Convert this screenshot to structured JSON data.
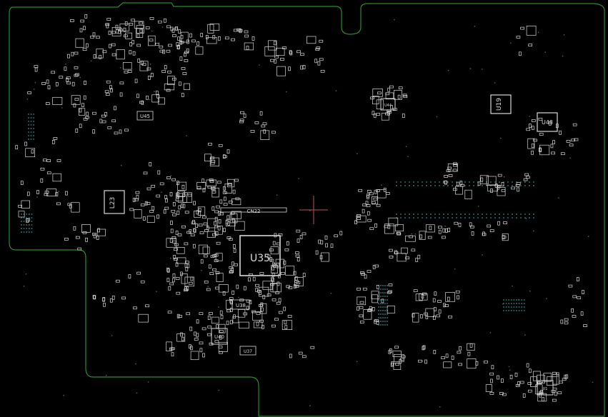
{
  "viewer": {
    "background": "#000000"
  },
  "colors": {
    "outline": "#2f8a2a",
    "silk": "#d8d8d8",
    "dots": "#2a6a6a",
    "cursor": "#b05a5a"
  },
  "components": {
    "u35": "U35",
    "cn22": "CN22",
    "l23": "L23",
    "u19": "U19",
    "u48": "U48",
    "u45": "U45",
    "u38": "U38",
    "u40": "U40",
    "u37": "U37",
    "u44": "U44",
    "u1": "U1"
  },
  "icons": {
    "cursor": "crosshair-icon"
  }
}
